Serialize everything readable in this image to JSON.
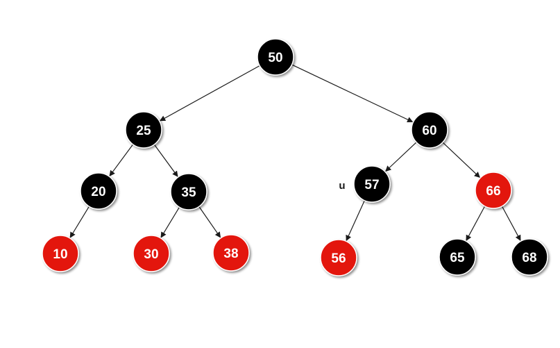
{
  "colors": {
    "black_node": "#000000",
    "red_node": "#e3120b",
    "edge": "#1a1a1a",
    "label": "#ffffff"
  },
  "nodes": [
    {
      "id": "n50",
      "value": "50",
      "color": "black"
    },
    {
      "id": "n25",
      "value": "25",
      "color": "black"
    },
    {
      "id": "n60",
      "value": "60",
      "color": "black"
    },
    {
      "id": "n20",
      "value": "20",
      "color": "black"
    },
    {
      "id": "n35",
      "value": "35",
      "color": "black"
    },
    {
      "id": "n57",
      "value": "57",
      "color": "black",
      "marker": "u"
    },
    {
      "id": "n66",
      "value": "66",
      "color": "red"
    },
    {
      "id": "n10",
      "value": "10",
      "color": "red"
    },
    {
      "id": "n30",
      "value": "30",
      "color": "red"
    },
    {
      "id": "n38",
      "value": "38",
      "color": "red"
    },
    {
      "id": "n56",
      "value": "56",
      "color": "red"
    },
    {
      "id": "n65",
      "value": "65",
      "color": "black"
    },
    {
      "id": "n68",
      "value": "68",
      "color": "black"
    }
  ],
  "edges": [
    {
      "from": "n50",
      "to": "n25"
    },
    {
      "from": "n50",
      "to": "n60"
    },
    {
      "from": "n25",
      "to": "n20"
    },
    {
      "from": "n25",
      "to": "n35"
    },
    {
      "from": "n60",
      "to": "n57"
    },
    {
      "from": "n60",
      "to": "n66"
    },
    {
      "from": "n20",
      "to": "n10"
    },
    {
      "from": "n35",
      "to": "n30"
    },
    {
      "from": "n35",
      "to": "n38"
    },
    {
      "from": "n57",
      "to": "n56"
    },
    {
      "from": "n66",
      "to": "n65"
    },
    {
      "from": "n66",
      "to": "n68"
    }
  ]
}
